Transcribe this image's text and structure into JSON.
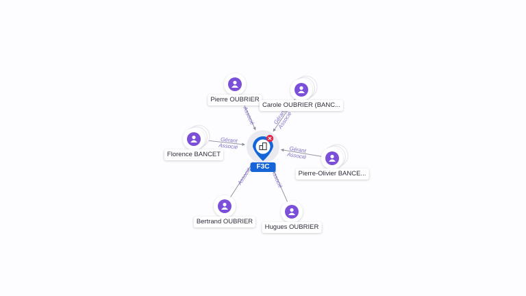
{
  "center": {
    "label": "F3C",
    "color": "#1565d8",
    "icon": "building-icon",
    "badge_icon": "close-icon",
    "badge_color": "#e0294b"
  },
  "colors": {
    "node": "#7b4fd8",
    "edge": "#8a8a9a",
    "edge_label": "#8070c8"
  },
  "nodes": [
    {
      "id": "pierre",
      "label": "Pierre OUBRIER",
      "icon": "person-icon",
      "stacked": false,
      "edge_labels": [
        "Associé"
      ]
    },
    {
      "id": "carole",
      "label": "Carole OUBRIER (BANC...",
      "icon": "person-icon",
      "stacked": true,
      "edge_labels": [
        "Gérant",
        "Associé"
      ]
    },
    {
      "id": "florence",
      "label": "Florence BANCET",
      "icon": "person-icon",
      "stacked": true,
      "edge_labels": [
        "Gérant",
        "Associé"
      ]
    },
    {
      "id": "pierre-olivier",
      "label": "Pierre-Olivier BANCE...",
      "icon": "person-icon",
      "stacked": true,
      "edge_labels": [
        "Gérant",
        "Associé"
      ]
    },
    {
      "id": "bertrand",
      "label": "Bertrand OUBRIER",
      "icon": "person-icon",
      "stacked": false,
      "edge_labels": [
        "Associé"
      ]
    },
    {
      "id": "hugues",
      "label": "Hugues OUBRIER",
      "icon": "person-icon",
      "stacked": false,
      "edge_labels": [
        "Associé"
      ]
    }
  ]
}
